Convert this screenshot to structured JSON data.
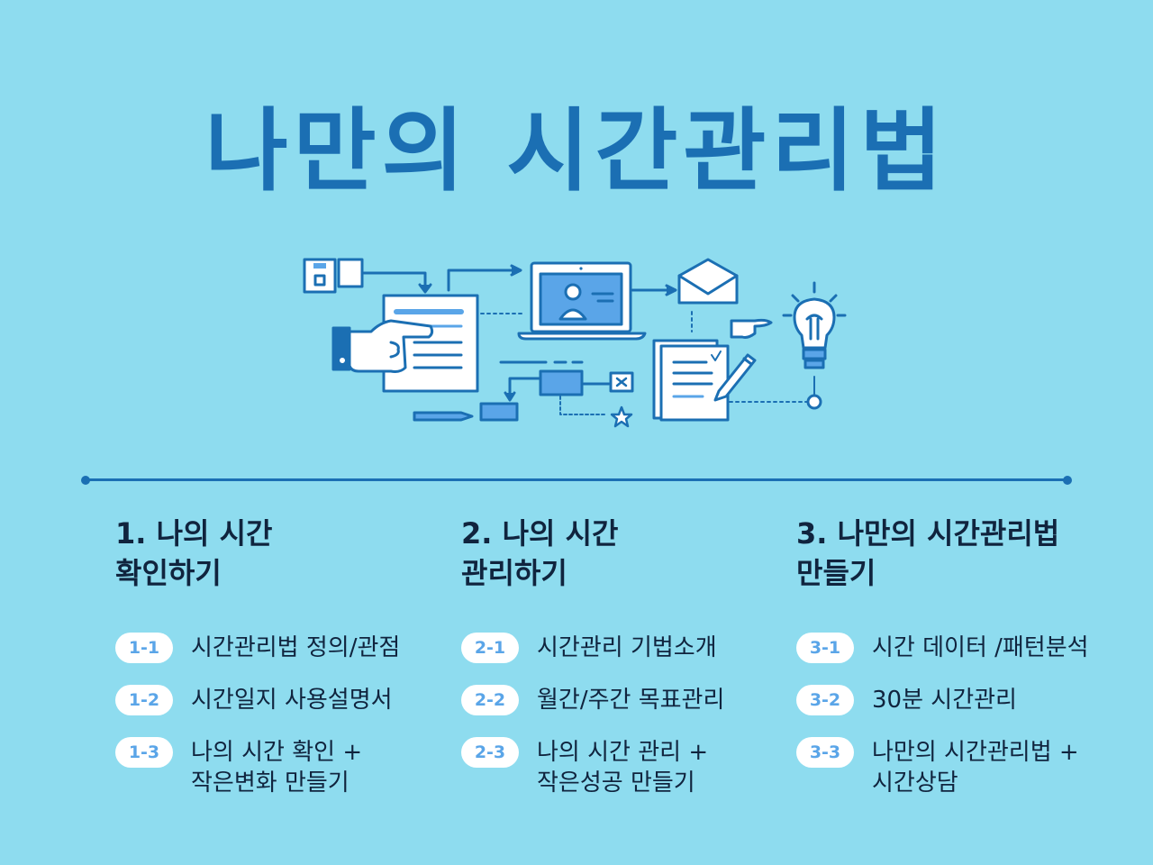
{
  "title": "나만의 시간관리법",
  "sections": [
    {
      "heading_lines": [
        "1. 나의 시간",
        "확인하기"
      ],
      "items": [
        {
          "badge": "1-1",
          "lines": [
            "시간관리법 정의/관점"
          ]
        },
        {
          "badge": "1-2",
          "lines": [
            "시간일지 사용설명서"
          ]
        },
        {
          "badge": "1-3",
          "lines": [
            "나의 시간 확인 +",
            "작은변화 만들기"
          ]
        }
      ]
    },
    {
      "heading_lines": [
        "2. 나의 시간",
        "관리하기"
      ],
      "items": [
        {
          "badge": "2-1",
          "lines": [
            "시간관리 기법소개"
          ]
        },
        {
          "badge": "2-2",
          "lines": [
            "월간/주간 목표관리"
          ]
        },
        {
          "badge": "2-3",
          "lines": [
            "나의 시간 관리 +",
            "작은성공 만들기"
          ]
        }
      ]
    },
    {
      "heading_lines": [
        "3. 나만의 시간관리법",
        "만들기"
      ],
      "items": [
        {
          "badge": "3-1",
          "lines": [
            "시간 데이터 /패턴분석"
          ]
        },
        {
          "badge": "3-2",
          "lines": [
            "30분 시간관리"
          ]
        },
        {
          "badge": "3-3",
          "lines": [
            "나만의 시간관리법 +",
            "시간상담"
          ]
        }
      ]
    }
  ],
  "colors": {
    "background": "#8edcef",
    "title": "#1b6fb3",
    "badge_text": "#5aa5e8",
    "text": "#10243e"
  }
}
